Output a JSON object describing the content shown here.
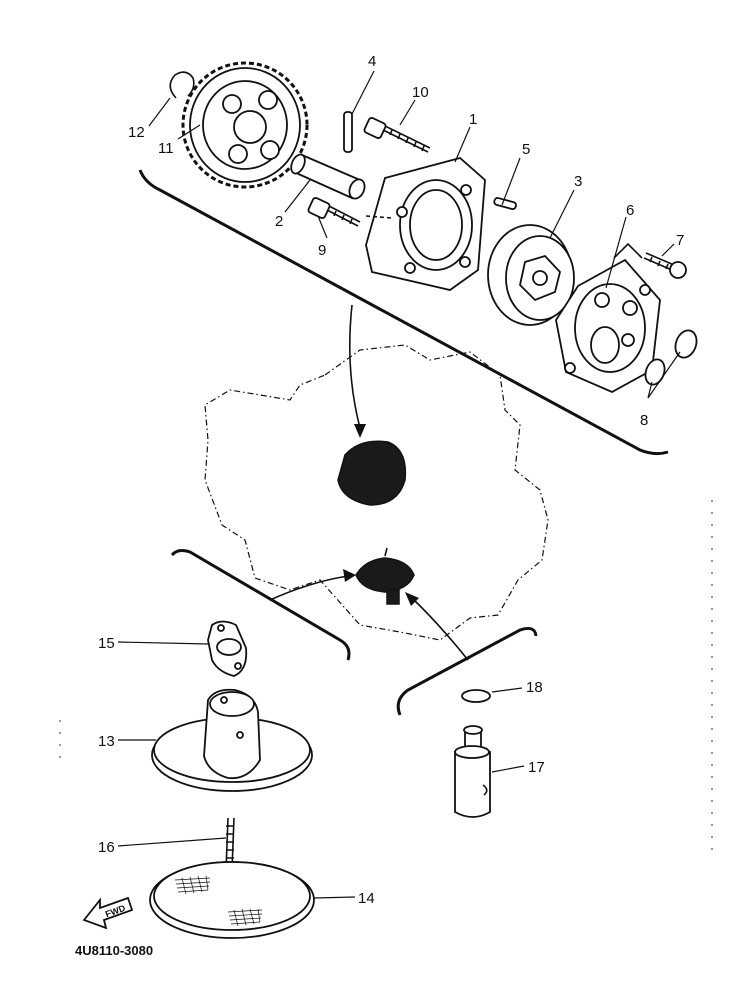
{
  "diagram": {
    "part_numbers": [
      "1",
      "2",
      "3",
      "4",
      "5",
      "6",
      "7",
      "8",
      "9",
      "10",
      "11",
      "12",
      "13",
      "14",
      "15",
      "16",
      "17",
      "18"
    ],
    "reference_code": "4U8110-3080",
    "direction_marker": "FWD",
    "accent_color": "#111111"
  }
}
